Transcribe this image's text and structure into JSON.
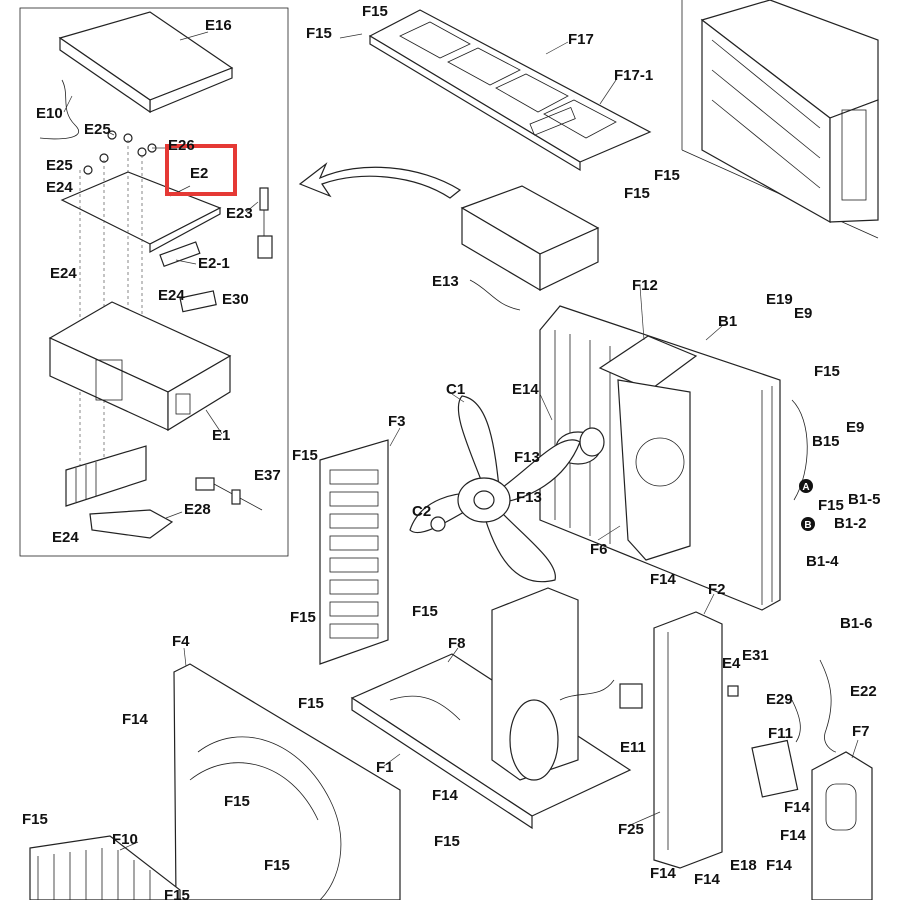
{
  "highlight": {
    "target": "E2",
    "color": "#e53935"
  },
  "markers": [
    "A",
    "B"
  ],
  "labels": [
    "E16",
    "E10",
    "E25",
    "E26",
    "E2",
    "E25",
    "E24",
    "E23",
    "E2-1",
    "E24",
    "E24",
    "E30",
    "E1",
    "E37",
    "E28",
    "E24",
    "F15",
    "F15",
    "F17",
    "F17-1",
    "F15",
    "F15",
    "E13",
    "F12",
    "B1",
    "E19",
    "E9",
    "F15",
    "E14",
    "C1",
    "F3",
    "F15",
    "F13",
    "B15",
    "E9",
    "F13",
    "C2",
    "F15",
    "B1-5",
    "B1-2",
    "F6",
    "B1-4",
    "F14",
    "B1-6",
    "F2",
    "F15",
    "F15",
    "F8",
    "F4",
    "E4",
    "E31",
    "E22",
    "E29",
    "F15",
    "F14",
    "E11",
    "F11",
    "F7",
    "F1",
    "F15",
    "F14",
    "F25",
    "F14",
    "F14",
    "F15",
    "F15",
    "F10",
    "F15",
    "E18",
    "F14",
    "F15",
    "F14",
    "F14"
  ]
}
